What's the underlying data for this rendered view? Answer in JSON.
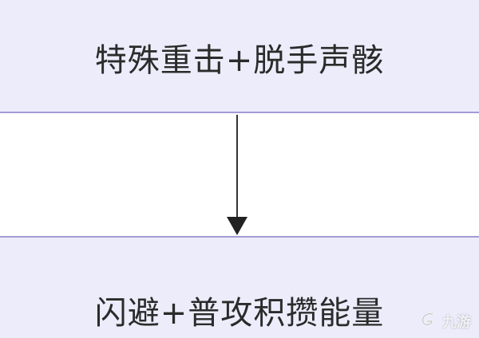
{
  "diagram": {
    "nodes": [
      {
        "id": "top",
        "label": "特殊重击+脱手声骸"
      },
      {
        "id": "bottom",
        "label": "闪避+普攻积攒能量"
      }
    ],
    "edges": [
      {
        "from": "top",
        "to": "bottom"
      }
    ]
  },
  "watermark": {
    "text": "九游"
  },
  "colors": {
    "node_fill": "#ececfb",
    "node_border": "#a39ad6",
    "arrow": "#333333",
    "text": "#2b2b2b"
  }
}
